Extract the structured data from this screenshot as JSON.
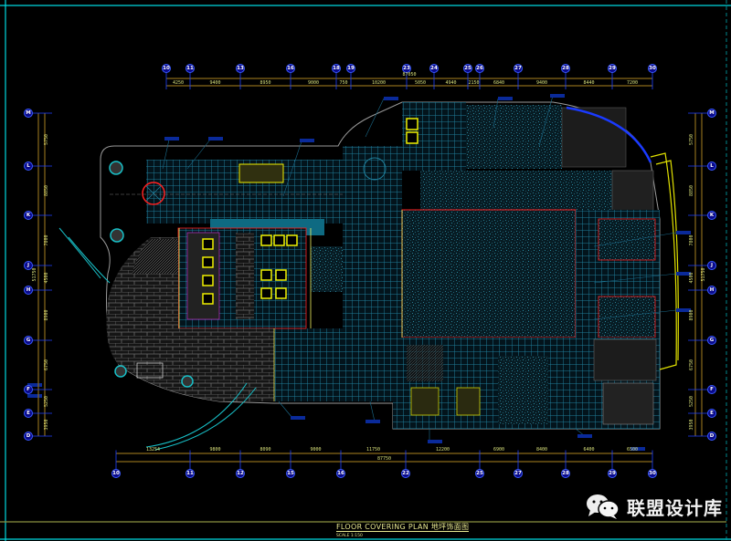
{
  "drawing": {
    "title": "FLOOR COVERING PLAN 地坪饰面图",
    "scale": "SCALE 1:150"
  },
  "watermark": {
    "text": "联盟设计库",
    "icon": "wechat-icon"
  },
  "axes": {
    "top": {
      "labels": [
        "10",
        "11",
        "13",
        "16",
        "18",
        "19",
        "23",
        "24",
        "25",
        "26",
        "27",
        "28",
        "29",
        "30"
      ],
      "dims": [
        "4250",
        "9400",
        "8950",
        "9000",
        "750",
        "10200",
        "5050",
        "4940",
        "2150",
        "6840",
        "9400",
        "8440",
        "7200"
      ],
      "total": "87050"
    },
    "bottom": {
      "labels": [
        "10",
        "11",
        "12",
        "15",
        "16",
        "22",
        "25",
        "27",
        "28",
        "29",
        "30"
      ],
      "dims": [
        "13254",
        "9800",
        "8090",
        "9000",
        "11750",
        "12200",
        "6900",
        "8400",
        "6400",
        "6500"
      ],
      "total": "87750"
    },
    "left": {
      "labels": [
        "M",
        "L",
        "K",
        "J",
        "H",
        "G",
        "F",
        "E",
        "D"
      ],
      "dims": [
        "5750",
        "8850",
        "7800",
        "4500",
        "8900",
        "6750",
        "5250",
        "3950"
      ],
      "total": "51750"
    },
    "right": {
      "labels": [
        "M",
        "L",
        "K",
        "J",
        "H",
        "G",
        "F",
        "E",
        "D"
      ],
      "dims": [
        "5750",
        "8850",
        "7800",
        "4500",
        "8900",
        "6750",
        "5250",
        "3950"
      ],
      "total": "51750"
    }
  },
  "colors": {
    "axis_bubble": "#0a0a8a",
    "dimension": "#8a6a1a",
    "frame": "#00e5e5",
    "wall": "#ff2020",
    "partition": "#e030e0",
    "column": "#f0f000"
  }
}
